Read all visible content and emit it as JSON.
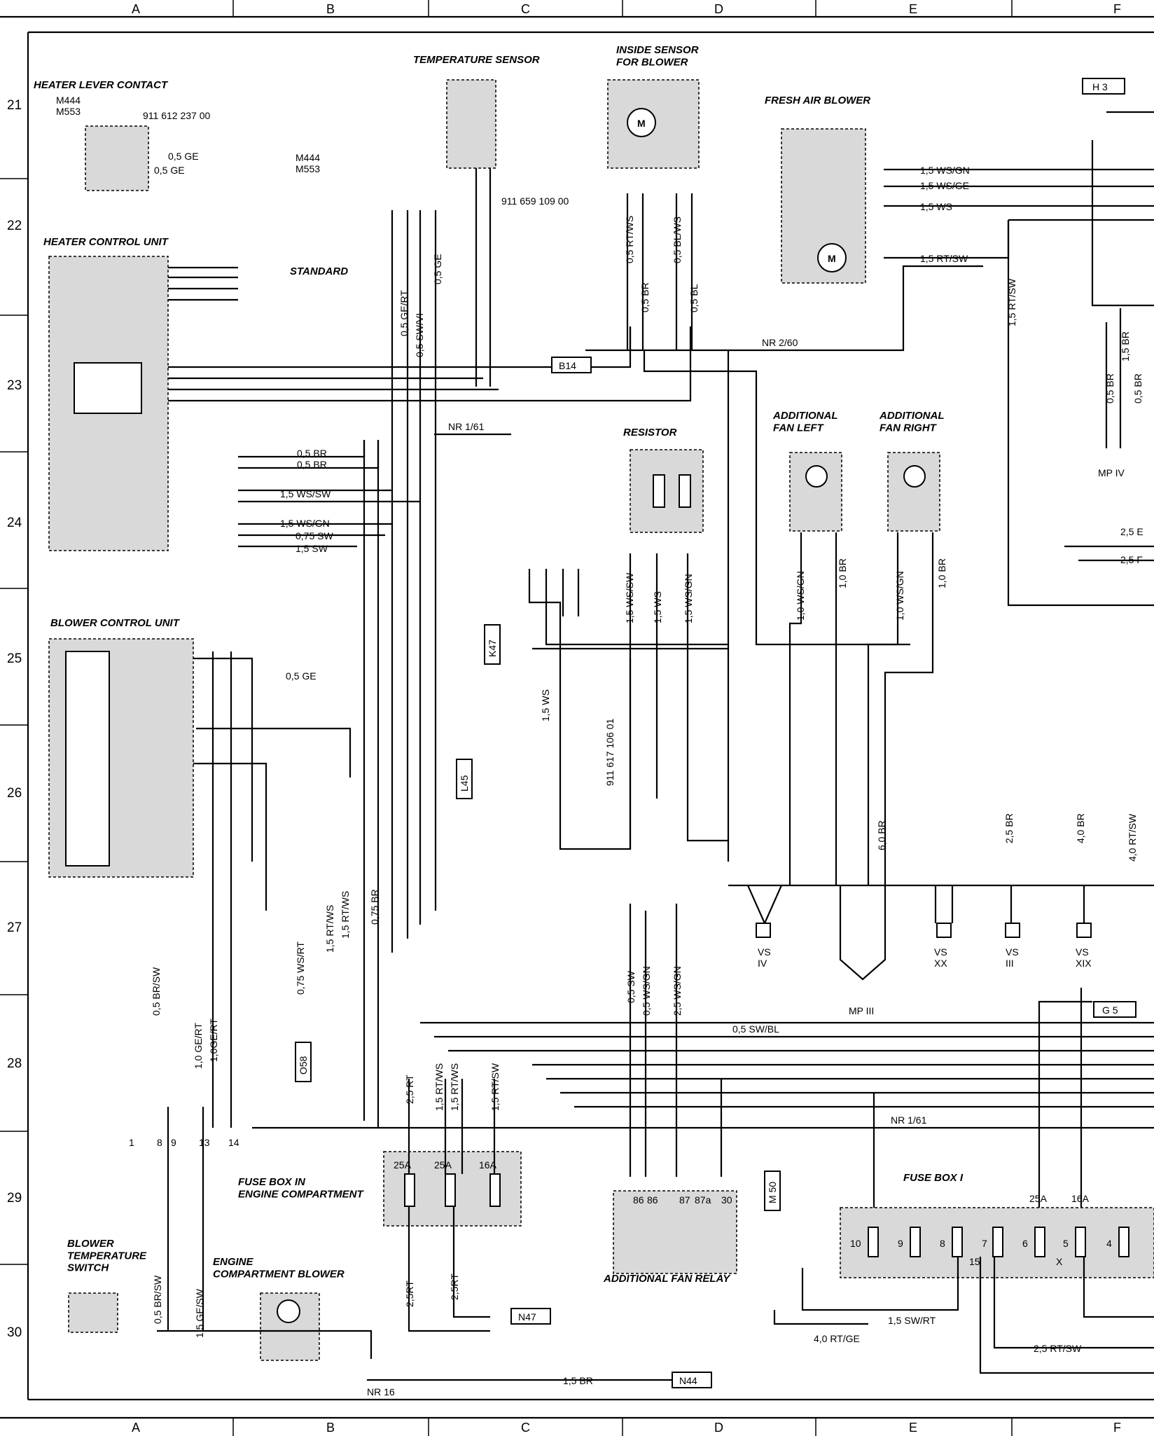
{
  "columns": [
    "A",
    "B",
    "C",
    "D",
    "E",
    "F"
  ],
  "rows": [
    "21",
    "22",
    "23",
    "24",
    "25",
    "26",
    "27",
    "28",
    "29",
    "30"
  ],
  "components": {
    "heater_lever_contact": {
      "title": "HEATER LEVER CONTACT",
      "codes": "M444\nM553",
      "part": "911 612 237 00"
    },
    "temperature_sensor": {
      "title": "TEMPERATURE SENSOR",
      "part": "911 659 109 00"
    },
    "inside_sensor": {
      "title": "INSIDE SENSOR\nFOR BLOWER"
    },
    "fresh_air_blower": {
      "title": "FRESH AIR BLOWER"
    },
    "heater_control_unit": {
      "title": "HEATER CONTROL UNIT"
    },
    "standard": {
      "title": "STANDARD",
      "codes": "M444\nM553"
    },
    "resistor": {
      "title": "RESISTOR",
      "part": "911 617 106 01"
    },
    "additional_fan_left": {
      "title": "ADDITIONAL\nFAN LEFT"
    },
    "additional_fan_right": {
      "title": "ADDITIONAL\nFAN RIGHT"
    },
    "blower_control_unit": {
      "title": "BLOWER CONTROL UNIT"
    },
    "fuse_box_engine": {
      "title": "FUSE BOX IN\nENGINE COMPARTMENT",
      "fuses": [
        "25A",
        "25A",
        "16A"
      ]
    },
    "additional_fan_relay": {
      "title": "ADDITIONAL FAN RELAY",
      "pins": [
        "86",
        "86",
        "87",
        "87a",
        "30"
      ]
    },
    "fuse_box_1": {
      "title": "FUSE BOX  I",
      "fuses": [
        "10",
        "9",
        "8",
        "7",
        "6",
        "5",
        "4"
      ],
      "amps": [
        "25A",
        "16A"
      ],
      "extra": [
        "15",
        "X"
      ]
    },
    "blower_temp_switch": {
      "title": "BLOWER\nTEMPERATURE\nSWITCH"
    },
    "engine_compartment_blower": {
      "title": "ENGINE\nCOMPARTMENT BLOWER"
    }
  },
  "boxes": [
    "H 3",
    "B14",
    "K47",
    "L45",
    "O58",
    "N47",
    "N44",
    "G 5",
    "M 50"
  ],
  "grounds": [
    "MP IV",
    "MP III"
  ],
  "vs": [
    "VS\nIV",
    "VS\nXX",
    "VS\nIII",
    "VS\nXIX"
  ],
  "nr": [
    "NR 2/60",
    "NR 1/61",
    "NR 1/61",
    "NR 16"
  ],
  "wires": [
    "0,5 GE",
    "0,5 GE",
    "0,5 GE/RT",
    "0,5 SW/VI",
    "0,5 GE",
    "0,5 RT/WS",
    "0,5 BR",
    "0,5 BL/WS",
    "0,5 BL",
    "1,5 WS/GN",
    "1,5 WS/GE",
    "1,5 WS",
    "1,5 RT/SW",
    "1,5 RT/SW",
    "0,5 BR",
    "0,5 BR",
    "1,5 WS/SW",
    "1,5 WS/GN",
    "0,75 SW",
    "1,5 SW",
    "1,5 WS/SW",
    "1,5 WS",
    "1,5 WS/GN",
    "1,0 WS/GN",
    "1,0 BR",
    "1,0 WS/GN",
    "1,0 BR",
    "0,5 GE",
    "1,5 WS",
    "6,0 BR",
    "2,5 BR",
    "4,0 BR",
    "4,0 RT/SW",
    "0,5 BR/SW",
    "1,0 GE/RT",
    "1,0GE/RT",
    "0,75 WS/RT",
    "1,5 RT/WS",
    "1,5 RT/WS",
    "0,75 BR",
    "0,5 SW",
    "0,5 WS/GN",
    "2,5 WS/GN",
    "0,5 SW/BL",
    "2,5 RT",
    "1,5 RT/WS",
    "1,5 RT/WS",
    "1,5 RT/SW",
    "0,5 BR/SW",
    "1,5 GE/SW",
    "2,5RT",
    "2,5RT",
    "1,5 BR",
    "1,5 SW/RT",
    "4,0 RT/GE",
    "2,5 RT/SW",
    "0,5 BR",
    "1,5 BR",
    "0,5 BR",
    "2,5 E",
    "2,5 F"
  ],
  "connector_pins": [
    "1",
    "8",
    "9",
    "13",
    "14"
  ]
}
